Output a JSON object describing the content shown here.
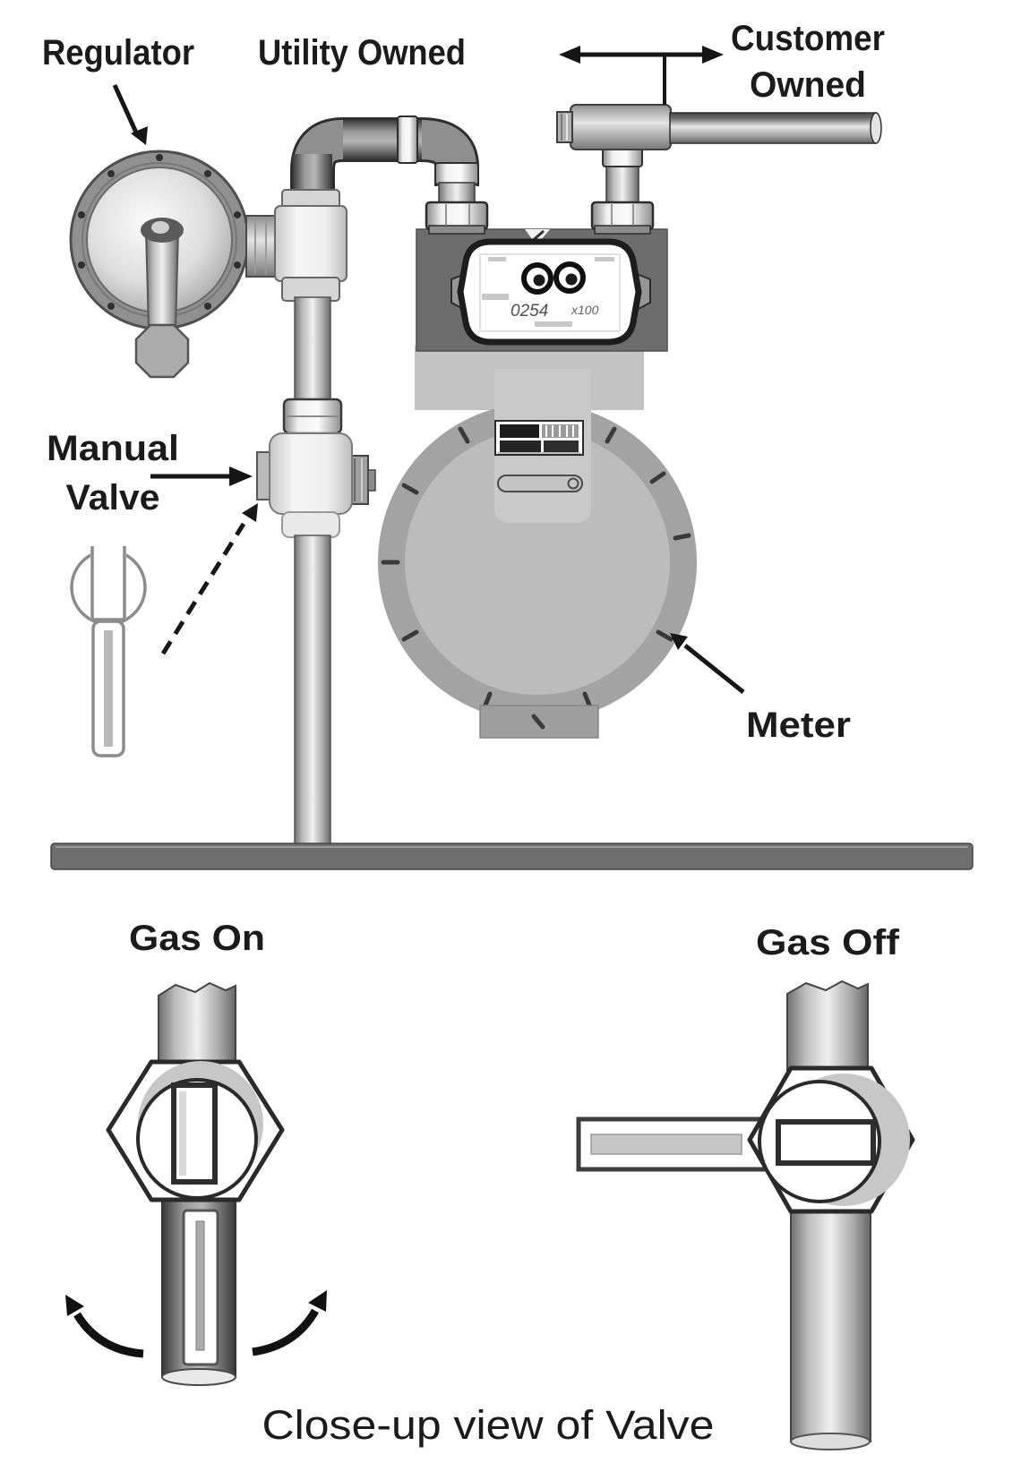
{
  "diagram_labels": {
    "regulator": "Regulator",
    "utility_owned": "Utility Owned",
    "customer_line1": "Customer",
    "customer_line2": "Owned",
    "manual_line1": "Manual",
    "manual_line2": "Valve",
    "meter": "Meter"
  },
  "meter_index": {
    "odometer_reading": "0254",
    "multiplier": "x100"
  },
  "closeup": {
    "gas_on": "Gas On",
    "gas_off": "Gas Off",
    "caption": "Close-up view of Valve"
  },
  "colors": {
    "ink": "#1b1b1b",
    "ground": "#6f6f6f",
    "index_box": "#6d6d6d",
    "meter_ring": "#a3a3a3",
    "meter_face": "#bcbcbc"
  }
}
